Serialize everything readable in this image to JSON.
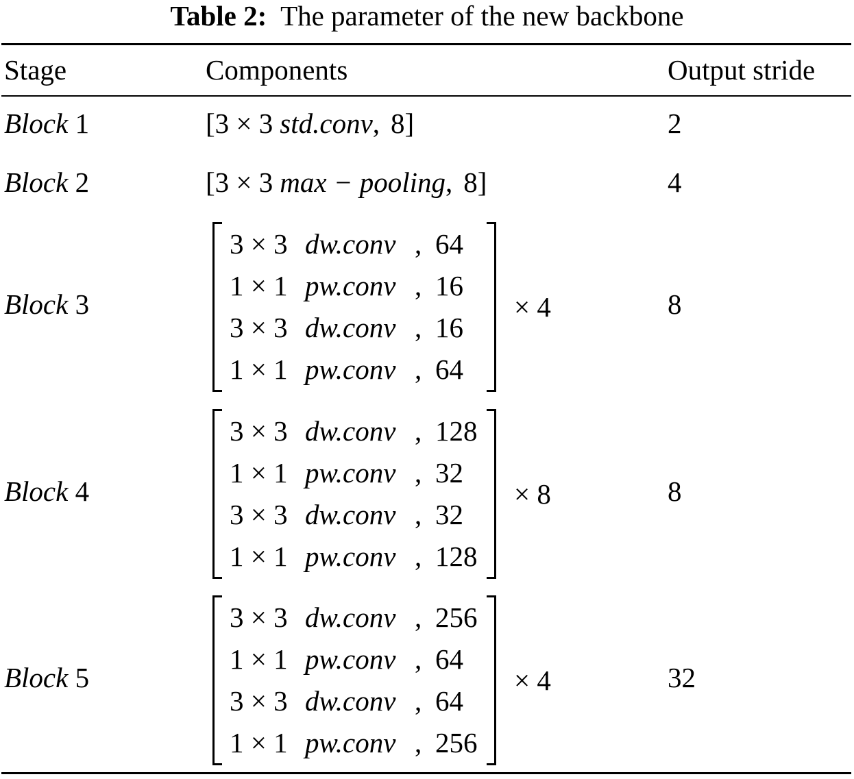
{
  "caption": {
    "label": "Table 2:",
    "text": "The parameter of the new backbone"
  },
  "headers": {
    "stage": "Stage",
    "components": "Components",
    "stride": "Output stride"
  },
  "rows": [
    {
      "stage_name": "Block",
      "stage_num": "1",
      "single": {
        "kernel": "[3 × 3",
        "op": "std.conv",
        "sep": ",",
        "channels": "8]"
      },
      "stride": "2"
    },
    {
      "stage_name": "Block",
      "stage_num": "2",
      "single": {
        "kernel": "[3 × 3",
        "op": "max − pooling",
        "sep": ",",
        "channels": "8]"
      },
      "stride": "4"
    },
    {
      "stage_name": "Block",
      "stage_num": "3",
      "matrix": [
        {
          "kernel": "3 × 3",
          "op": "dw.conv",
          "channels": "64"
        },
        {
          "kernel": "1 × 1",
          "op": "pw.conv",
          "channels": "16"
        },
        {
          "kernel": "3 × 3",
          "op": "dw.conv",
          "channels": "16"
        },
        {
          "kernel": "1 × 1",
          "op": "pw.conv",
          "channels": "64"
        }
      ],
      "repeat": "× 4",
      "stride": "8"
    },
    {
      "stage_name": "Block",
      "stage_num": "4",
      "matrix": [
        {
          "kernel": "3 × 3",
          "op": "dw.conv",
          "channels": "128"
        },
        {
          "kernel": "1 × 1",
          "op": "pw.conv",
          "channels": "32"
        },
        {
          "kernel": "3 × 3",
          "op": "dw.conv",
          "channels": "32"
        },
        {
          "kernel": "1 × 1",
          "op": "pw.conv",
          "channels": "128"
        }
      ],
      "repeat": "× 8",
      "stride": "8"
    },
    {
      "stage_name": "Block",
      "stage_num": "5",
      "matrix": [
        {
          "kernel": "3 × 3",
          "op": "dw.conv",
          "channels": "256"
        },
        {
          "kernel": "1 × 1",
          "op": "pw.conv",
          "channels": "64"
        },
        {
          "kernel": "3 × 3",
          "op": "dw.conv",
          "channels": "64"
        },
        {
          "kernel": "1 × 1",
          "op": "pw.conv",
          "channels": "256"
        }
      ],
      "repeat": "× 4",
      "stride": "32"
    }
  ]
}
